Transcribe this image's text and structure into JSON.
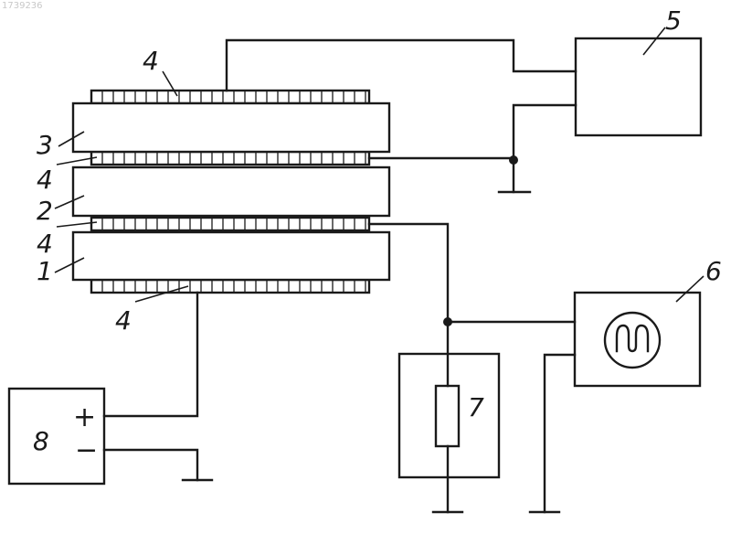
{
  "watermark": "1739236",
  "labels": {
    "crystal_1": "1",
    "crystal_2": "2",
    "crystal_3": "3",
    "electrode_top": "4",
    "electrode_upper_mid": "4",
    "electrode_lower_mid": "4",
    "electrode_bottom": "4",
    "block_5": "5",
    "block_6": "6",
    "block_7": "7",
    "block_8": "8"
  },
  "source_signs": {
    "plus": "+",
    "minus": "−"
  },
  "colors": {
    "line": "#1a1a1a",
    "background": "#ffffff"
  },
  "icons": {
    "oscilloscope_display": "waveform-icon",
    "resistor": "resistor-icon",
    "ground": "ground-icon"
  }
}
